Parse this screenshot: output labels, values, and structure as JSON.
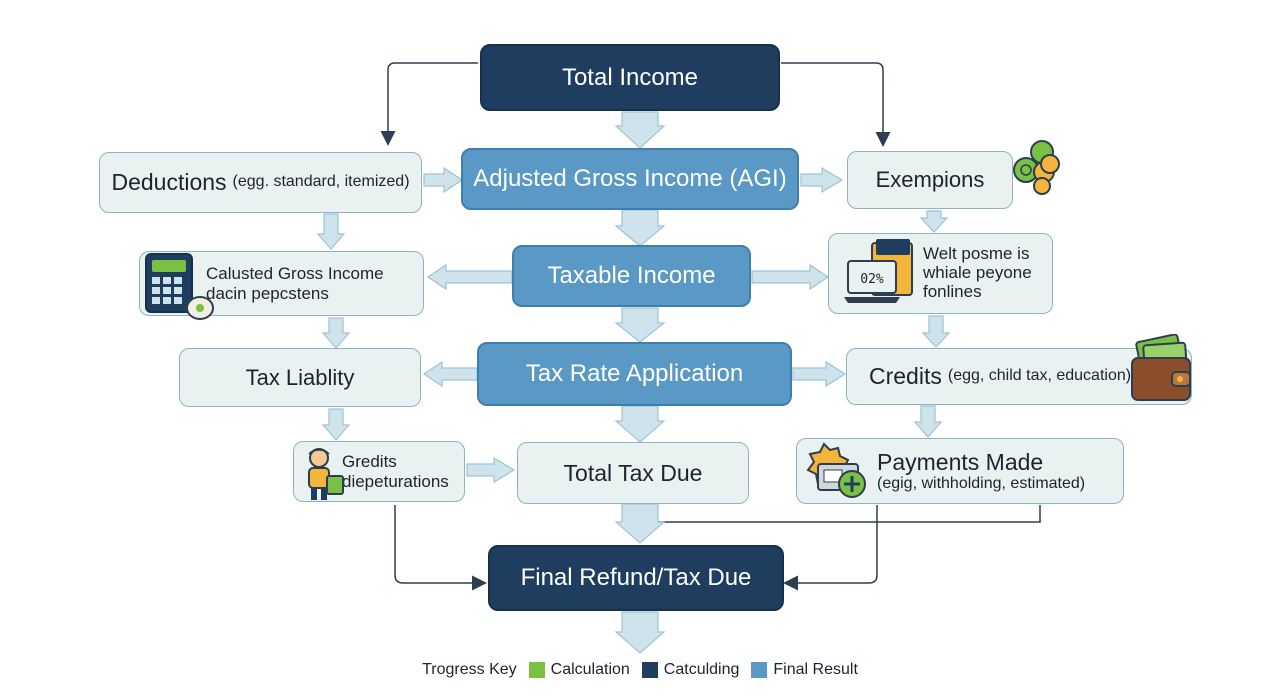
{
  "nodes": {
    "total_income": "Total Income",
    "agi": "Adjusted Gross Income (AGI)",
    "taxable_income": "Taxable Income",
    "tax_rate": "Tax Rate Application",
    "total_tax_due": "Total Tax Due",
    "final": "Final Refund/Tax Due",
    "deductions": {
      "title": "Deductions",
      "sub": "(egg. standard, itemized)"
    },
    "exemptions": "Exempions",
    "calc_gross": {
      "line1": "Calusted Gross Income",
      "line2": "dacin pepcstens"
    },
    "welt": {
      "line1": "Welt posme is",
      "line2": "whiale peyone",
      "line3": "fonlines"
    },
    "tax_liability": "Tax Liablity",
    "credits": {
      "title": "Credits",
      "sub": "(egg, child tax, education)"
    },
    "credits_dep": {
      "line1": "Gredits",
      "line2": "diepeturations"
    },
    "payments": {
      "title": "Payments Made",
      "sub": "(egig, withholding, estimated)"
    }
  },
  "icons": {
    "coins": "coins-icon",
    "calculator": "calculator-icon",
    "laptop": "laptop-icon",
    "wallet": "wallet-icon",
    "person": "person-icon",
    "payment": "payment-icon"
  },
  "laptop_screen_text": "02%",
  "legend": {
    "title": "Trogress Key",
    "items": [
      {
        "label": "Calculation",
        "color": "#7ac143"
      },
      {
        "label": "Catculding",
        "color": "#1f3d5f"
      },
      {
        "label": "Final Result",
        "color": "#5a98c6"
      }
    ]
  },
  "colors": {
    "dark": "#1f3d5f",
    "mid": "#5a98c6",
    "light": "#e9f2f0",
    "arrow": "#cfe3ec",
    "line": "#2c3e50"
  }
}
